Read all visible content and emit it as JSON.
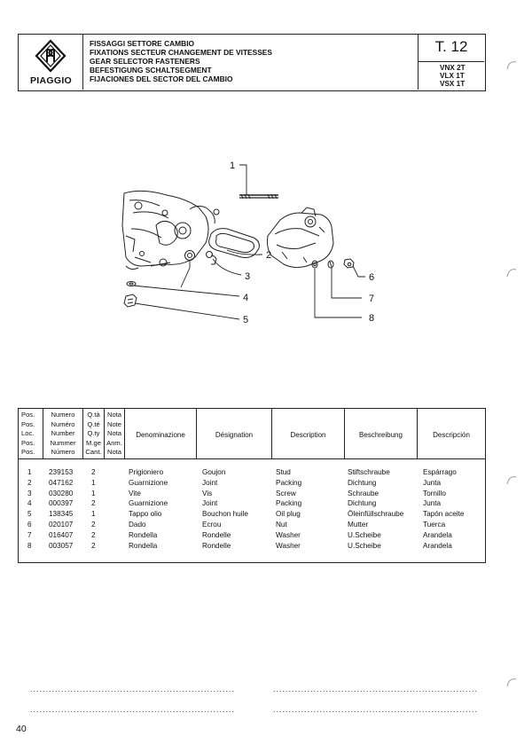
{
  "header": {
    "brand": "PIAGGIO",
    "titles": [
      "FISSAGGI SETTORE CAMBIO",
      "FIXATIONS SECTEUR CHANGEMENT DE VITESSES",
      "GEAR SELECTOR FASTENERS",
      "BEFESTIGUNG SCHALTSEGMENT",
      "FIJACIONES DEL SECTOR DEL CAMBIO"
    ],
    "table_code": "T. 12",
    "models": [
      "VNX 2T",
      "VLX 1T",
      "VSX 1T"
    ]
  },
  "diagram": {
    "callouts": [
      "1",
      "2",
      "3",
      "4",
      "5",
      "6",
      "7",
      "8"
    ]
  },
  "table": {
    "header_left": {
      "pos": [
        "Pos.",
        "Pos.",
        "Loc.",
        "Pos.",
        "Pos."
      ],
      "numero": [
        "Numero",
        "Numéro",
        "Number",
        "Nummer",
        "Número"
      ],
      "qty": [
        "Q.tà",
        "Q.té",
        "Q.ty",
        "M.ge",
        "Cant."
      ],
      "nota": [
        "Nota",
        "Note",
        "Nota",
        "Anm.",
        "Nota"
      ]
    },
    "columns": [
      "Denominazione",
      "Désignation",
      "Description",
      "Beschreibung",
      "Descripción"
    ],
    "rows": [
      {
        "pos": "1",
        "num": "239153",
        "qty": "2",
        "it": "Prigioniero",
        "fr": "Goujon",
        "en": "Stud",
        "de": "Stiftschraube",
        "es": "Espárrago"
      },
      {
        "pos": "2",
        "num": "047162",
        "qty": "1",
        "it": "Guarnizione",
        "fr": "Joint",
        "en": "Packing",
        "de": "Dichtung",
        "es": "Junta"
      },
      {
        "pos": "3",
        "num": "030280",
        "qty": "1",
        "it": "Vite",
        "fr": "Vis",
        "en": "Screw",
        "de": "Schraube",
        "es": "Tornillo"
      },
      {
        "pos": "4",
        "num": "000397",
        "qty": "2",
        "it": "Guarnizione",
        "fr": "Joint",
        "en": "Packing",
        "de": "Dichtung",
        "es": "Junta"
      },
      {
        "pos": "5",
        "num": "138345",
        "qty": "1",
        "it": "Tappo olio",
        "fr": "Bouchon huile",
        "en": "Oil plug",
        "de": "Öleinfüllschraube",
        "es": "Tapón aceite"
      },
      {
        "pos": "6",
        "num": "020107",
        "qty": "2",
        "it": "Dado",
        "fr": "Ecrou",
        "en": "Nut",
        "de": "Mutter",
        "es": "Tuerca"
      },
      {
        "pos": "7",
        "num": "016407",
        "qty": "2",
        "it": "Rondella",
        "fr": "Rondelle",
        "en": "Washer",
        "de": "U.Scheibe",
        "es": "Arandela"
      },
      {
        "pos": "8",
        "num": "003057",
        "qty": "2",
        "it": "Rondella",
        "fr": "Rondelle",
        "en": "Washer",
        "de": "U.Scheibe",
        "es": "Arandela"
      }
    ]
  },
  "footer": {
    "page_number": "40"
  }
}
